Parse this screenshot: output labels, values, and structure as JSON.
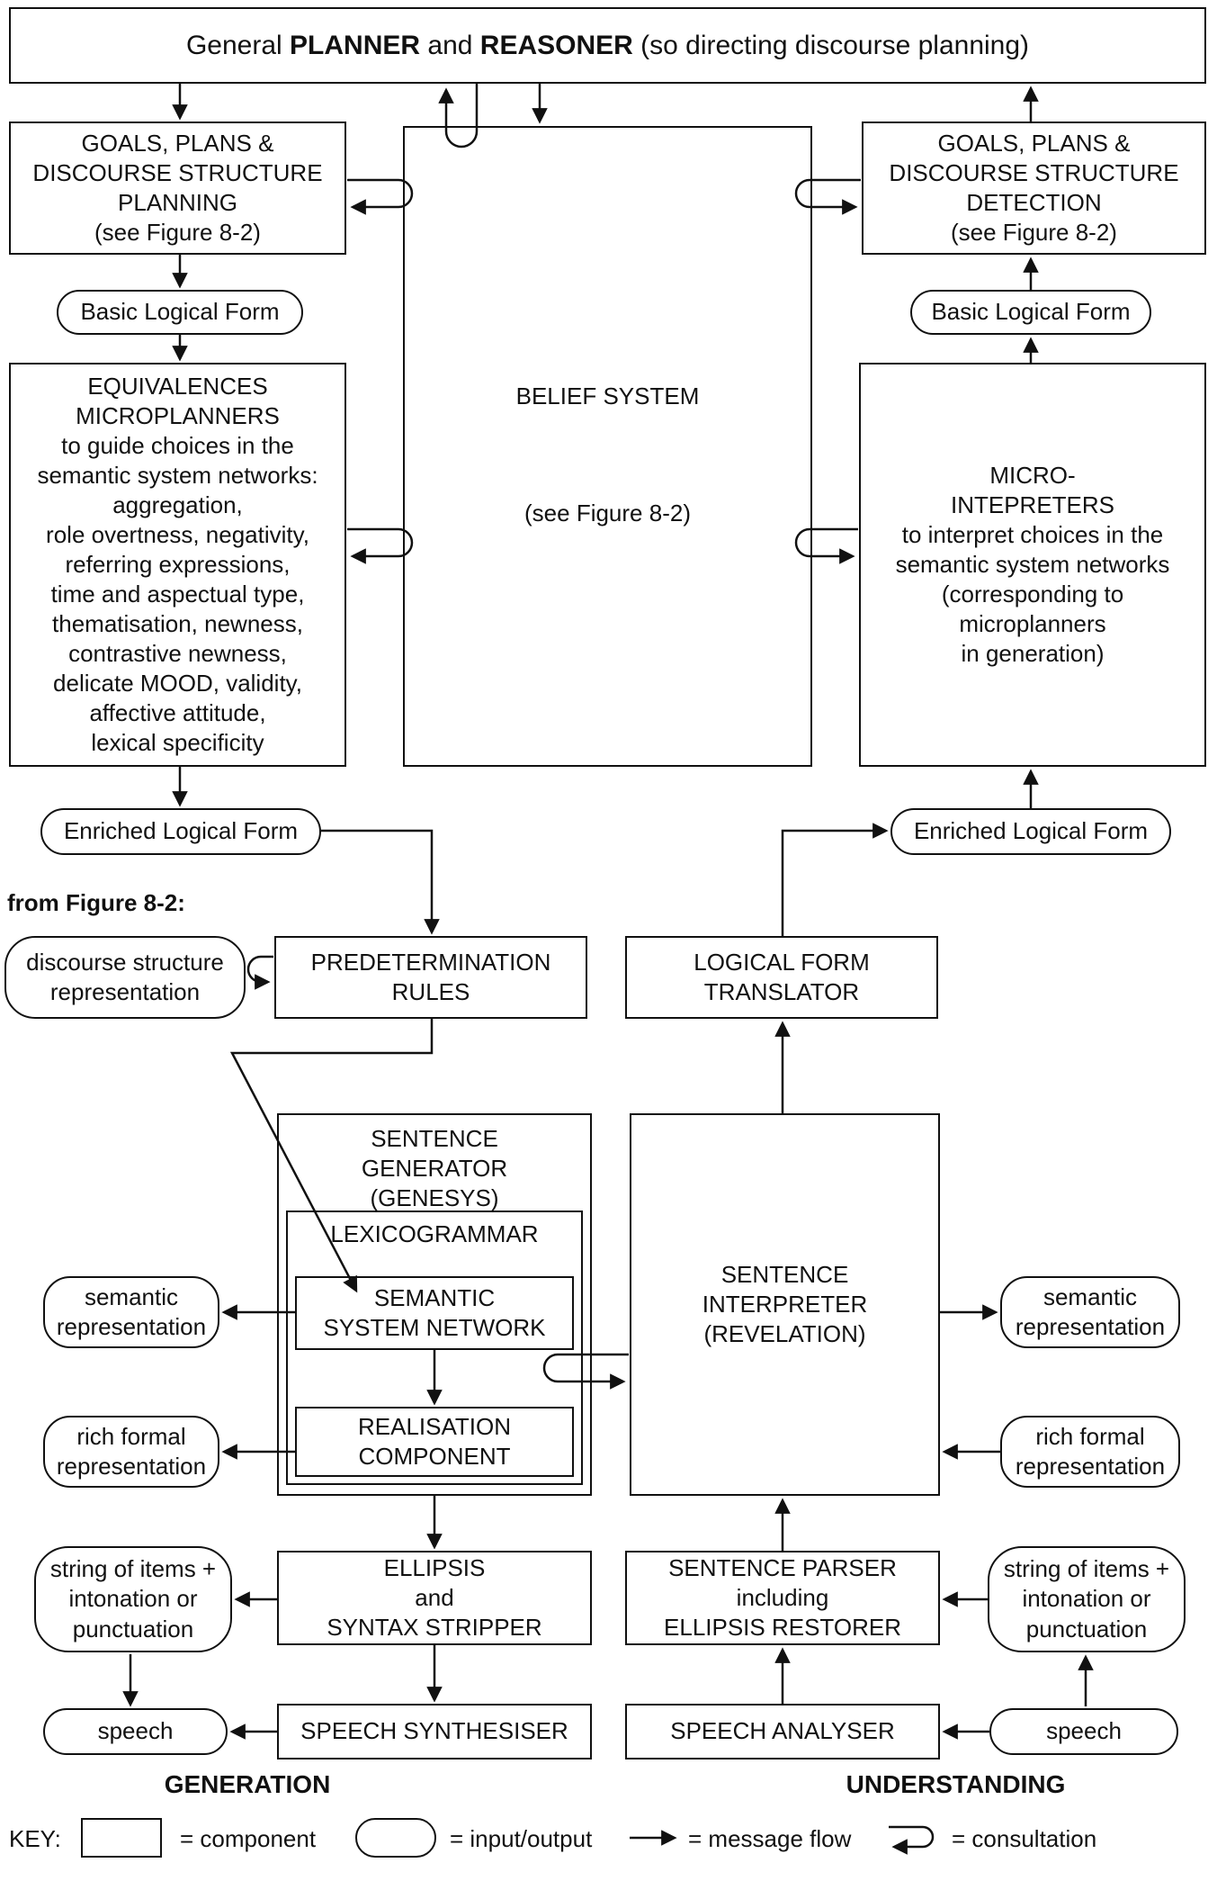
{
  "colors": {
    "ink": "#111111",
    "paper": "#ffffff"
  },
  "title": {
    "parts": [
      "General ",
      "PLANNER",
      " and ",
      "REASONER",
      " (so directing discourse planning)"
    ]
  },
  "belief": {
    "title": "BELIEF SYSTEM",
    "subtitle": "(see Figure 8-2)"
  },
  "generation": {
    "goals_planning": "GOALS, PLANS &\nDISCOURSE STRUCTURE\nPLANNING\n(see Figure 8-2)",
    "basic_logical_form": "Basic Logical Form",
    "equivalences": "EQUIVALENCES\nMICROPLANNERS\nto guide choices in the\nsemantic system networks:\naggregation,\nrole overtness, negativity,\nreferring expressions,\ntime and aspectual type,\nthematisation, newness,\ncontrastive newness,\ndelicate MOOD, validity,\naffective attitude,\nlexical specificity",
    "enriched_logical_form": "Enriched Logical Form",
    "from_figure": "from Figure 8-2:",
    "discourse_structure": "discourse structure\nrepresentation",
    "predetermination": "PREDETERMINATION\nRULES",
    "sentence_generator": "SENTENCE\nGENERATOR\n(GENESYS)",
    "lexicogrammar": "LEXICOGRAMMAR",
    "semantic_system_network": "SEMANTIC\nSYSTEM NETWORK",
    "realisation": "REALISATION\nCOMPONENT",
    "semantic_representation": "semantic\nrepresentation",
    "rich_formal": "rich formal\nrepresentation",
    "string_of_items": "string of items +\nintonation or\npunctuation",
    "ellipsis": "ELLIPSIS\nand\nSYNTAX STRIPPER",
    "speech_synthesiser": "SPEECH SYNTHESISER",
    "speech": "speech",
    "label": "GENERATION"
  },
  "understanding": {
    "goals_detection": "GOALS, PLANS &\nDISCOURSE STRUCTURE\nDETECTION\n(see Figure 8-2)",
    "basic_logical_form": "Basic Logical Form",
    "micro_interpreters": "MICRO-\nINTEPRETERS\nto interpret choices in the\nsemantic system networks\n(corresponding to\nmicroplanners\nin generation)",
    "enriched_logical_form": "Enriched Logical Form",
    "logical_form_translator": "LOGICAL FORM\nTRANSLATOR",
    "sentence_interpreter": "SENTENCE\nINTERPRETER\n(REVELATION)",
    "semantic_representation": "semantic\nrepresentation",
    "rich_formal": "rich formal\nrepresentation",
    "string_of_items": "string of items +\nintonation or\npunctuation",
    "sentence_parser": "SENTENCE PARSER\nincluding\nELLIPSIS RESTORER",
    "speech_analyser": "SPEECH ANALYSER",
    "speech": "speech",
    "label": "UNDERSTANDING"
  },
  "key": {
    "label": "KEY:",
    "component": "= component",
    "input_output": "= input/output",
    "message_flow": "= message flow",
    "consultation": "= consultation"
  }
}
